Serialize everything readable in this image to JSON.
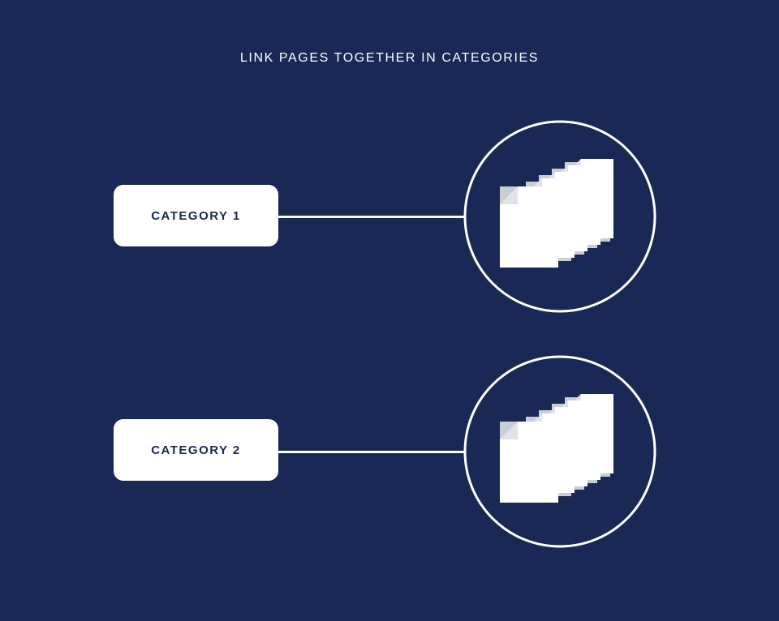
{
  "title": "LINK PAGES TOGETHER IN CATEGORIES",
  "colors": {
    "background": "#1a2855",
    "foreground": "#ffffff",
    "page_shadow": "#c9cdd6",
    "page_fold": "#dfe2e8"
  },
  "categories": [
    {
      "label": "CATEGORY 1",
      "icon": "page-stack-icon"
    },
    {
      "label": "CATEGORY 2",
      "icon": "page-stack-icon"
    }
  ]
}
